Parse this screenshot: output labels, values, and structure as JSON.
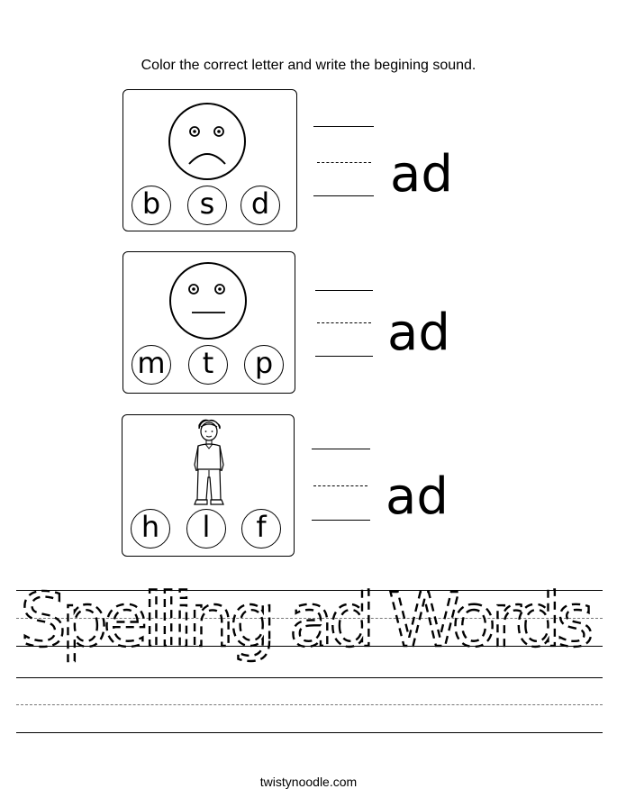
{
  "instructions": "Color the correct letter and write the begining sound.",
  "items": [
    {
      "picture": "sad-face",
      "choices": [
        "b",
        "s",
        "d"
      ],
      "ending": "ad"
    },
    {
      "picture": "neutral-face",
      "choices": [
        "m",
        "t",
        "p"
      ],
      "ending": "ad"
    },
    {
      "picture": "boy",
      "choices": [
        "h",
        "l",
        "f"
      ],
      "ending": "ad"
    }
  ],
  "tracing_text": "Spelling ad Words",
  "footer": "twistynoodle.com"
}
